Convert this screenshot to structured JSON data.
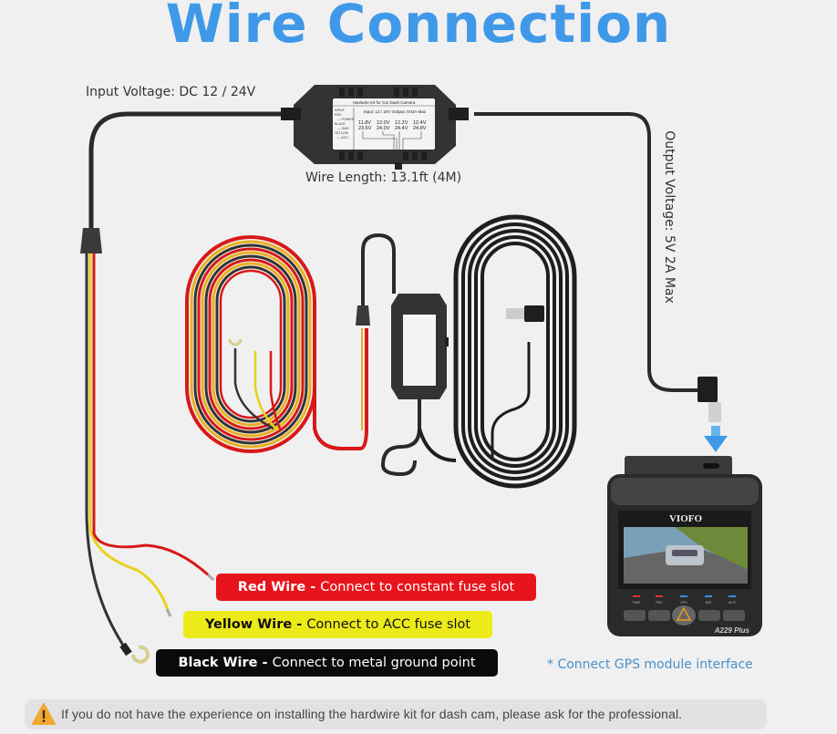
{
  "title": "Wire Connection",
  "labels": {
    "input_voltage": "Input Voltage: DC 12 / 24V",
    "wire_length": "Wire Length: 13.1ft (4M)",
    "output_voltage": "Output Voltage: 5V 2A Max"
  },
  "converter_box": {
    "heading": "Hardwire Kit for Car Dash Camera",
    "legend": [
      "INPUT:",
      "RED",
      "— POWER",
      "BLACK",
      "— GND",
      "YELLOW",
      "— ACC"
    ],
    "spec": "Input: 12 / 24V Output: 5V2A Max",
    "cutoff_12v": [
      "11.8V",
      "12.0V",
      "12.2V",
      "12.4V"
    ],
    "cutoff_24v": [
      "23.6V",
      "24.0V",
      "24.4V",
      "24.8V"
    ]
  },
  "wire_tags": {
    "red": {
      "name": "Red Wire - ",
      "desc": "Connect to constant fuse slot",
      "color": "#e8141c"
    },
    "yellow": {
      "name": "Yellow Wire - ",
      "desc": "Connect to ACC fuse slot",
      "color": "#eceb19"
    },
    "black": {
      "name": "Black Wire - ",
      "desc": "Connect to metal ground point",
      "color": "#0a0a0a"
    }
  },
  "dashcam": {
    "brand": "VIOFO",
    "model": "A229 Plus",
    "indicators": [
      "PWR",
      "REC",
      "GPS",
      "M/O",
      "Wi-Fi"
    ]
  },
  "gps_note": "* Connect GPS module interface",
  "warning": {
    "icon": "warning-triangle-icon",
    "text": "If you do not have the experience on installing the hardwire kit for dash cam, please ask for the professional."
  },
  "colors": {
    "accent": "#3f99e8",
    "background": "#f0f0f0",
    "warning": "#f0a830"
  }
}
